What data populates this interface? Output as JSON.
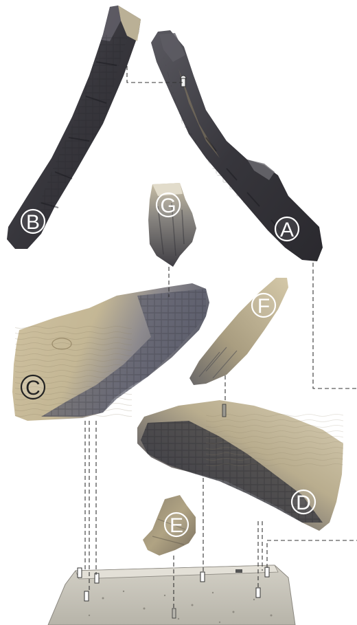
{
  "labels": {
    "a": "A",
    "b": "B",
    "c": "C",
    "d": "D",
    "e": "E",
    "f": "F",
    "g": "G"
  },
  "colors": {
    "charred": "#3b3a40",
    "wood_light": "#cfc2a0",
    "wood_mid": "#a89a7a",
    "tray": "#c9c6bc"
  }
}
